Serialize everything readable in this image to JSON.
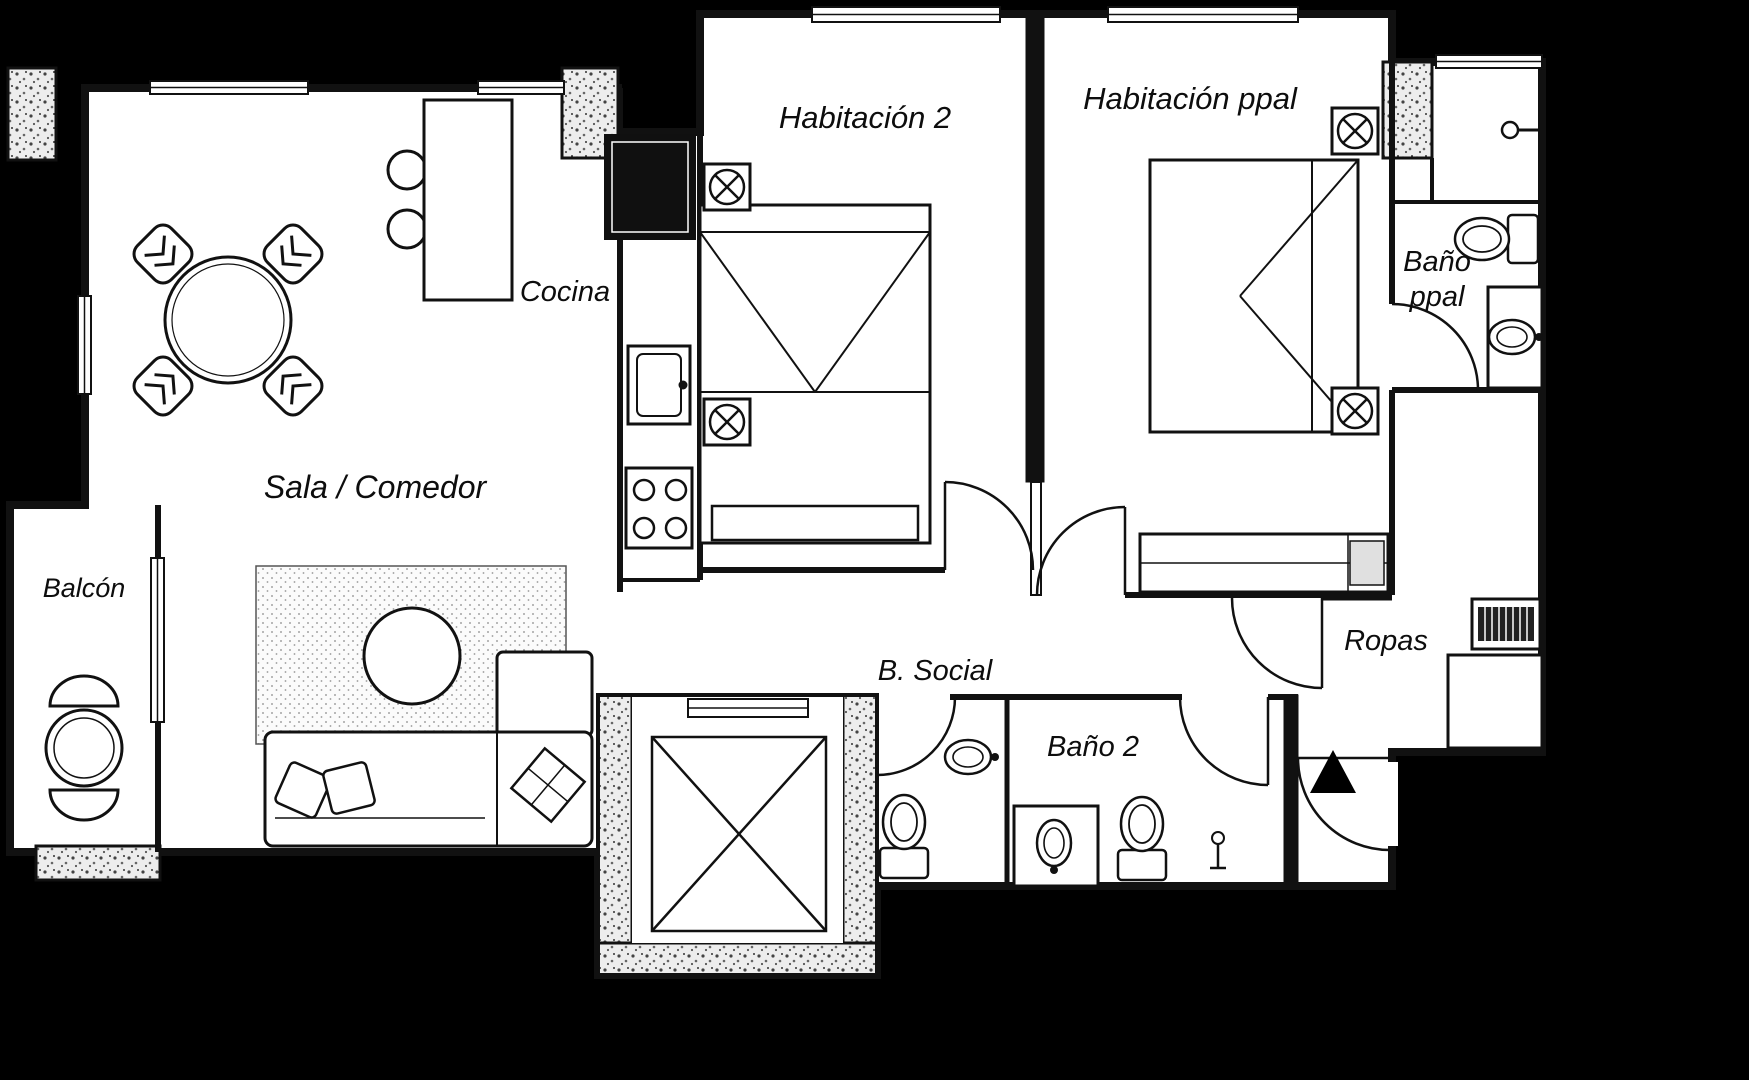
{
  "title": "Apartment floor plan",
  "colors": {
    "background": "#000000",
    "floor": "#ffffff",
    "wall": "#111111",
    "speckle": "#ededed"
  },
  "rooms": {
    "sala": {
      "label": "Sala / Comedor"
    },
    "cocina": {
      "label": "Cocina"
    },
    "balcon": {
      "label": "Balcón"
    },
    "habitacion2": {
      "label": "Habitación 2"
    },
    "habitacion_ppal": {
      "label": "Habitación ppal"
    },
    "bano_ppal": {
      "line1": "Baño",
      "line2": "ppal"
    },
    "b_social": {
      "label": "B. Social"
    },
    "bano2": {
      "label": "Baño 2"
    },
    "ropas": {
      "label": "Ropas"
    }
  }
}
